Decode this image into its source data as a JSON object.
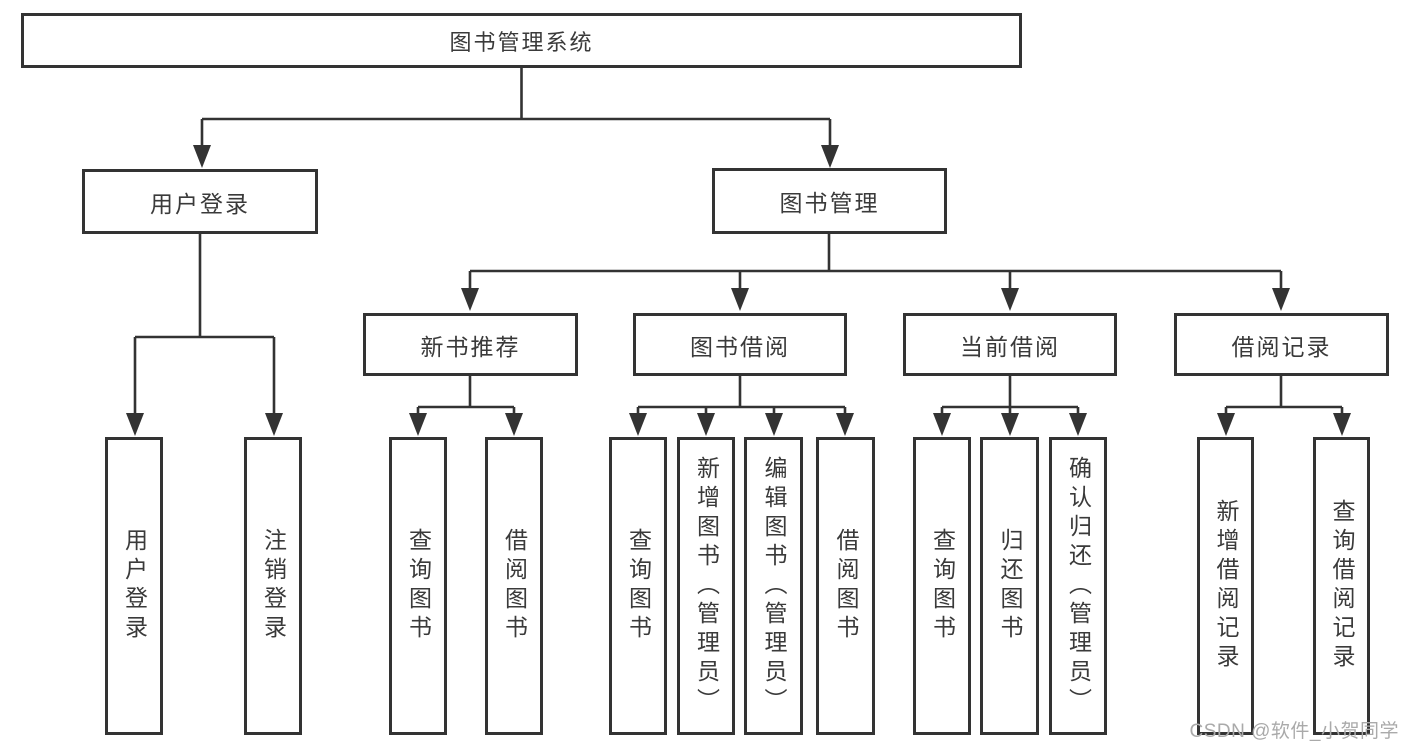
{
  "tree": {
    "root": {
      "label": "图书管理系统"
    },
    "branches": [
      {
        "label": "用户登录",
        "children": [
          {
            "label": "用户登录"
          },
          {
            "label": "注销登录"
          }
        ]
      },
      {
        "label": "图书管理",
        "children": [
          {
            "label": "新书推荐",
            "children": [
              {
                "label": "查询图书"
              },
              {
                "label": "借阅图书"
              }
            ]
          },
          {
            "label": "图书借阅",
            "children": [
              {
                "label": "查询图书"
              },
              {
                "label": "新增图书（管理员）"
              },
              {
                "label": "编辑图书（管理员）"
              },
              {
                "label": "借阅图书"
              }
            ]
          },
          {
            "label": "当前借阅",
            "children": [
              {
                "label": "查询图书"
              },
              {
                "label": "归还图书"
              },
              {
                "label": "确认归还（管理员）"
              }
            ]
          },
          {
            "label": "借阅记录",
            "children": [
              {
                "label": "新增借阅记录"
              },
              {
                "label": "查询借阅记录"
              }
            ]
          }
        ]
      }
    ]
  },
  "watermark": {
    "text": "CSDN @软件_小贺同学"
  },
  "colors": {
    "line": "#333333",
    "border": "#333333",
    "text": "#3a3a3a",
    "background": "#ffffff",
    "watermark": "#aaaaaa"
  }
}
